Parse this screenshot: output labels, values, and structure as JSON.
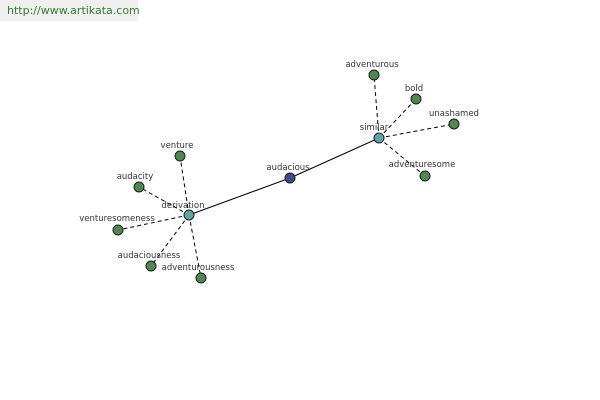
{
  "header": {
    "url": "http://www.artikata.com"
  },
  "colors": {
    "center_node": "#3a4e8c",
    "hub_node": "#5ea6a6",
    "leaf_node": "#4e8a4e",
    "url_text": "#2f7f2f",
    "banner_bg": "#f0f0f0"
  },
  "graph": {
    "center": {
      "id": "audacious",
      "label": "audacious"
    },
    "hubs": [
      {
        "id": "derivation",
        "label": "derivation"
      },
      {
        "id": "similar",
        "label": "similar"
      }
    ],
    "leaves": [
      {
        "id": "venture",
        "label": "venture",
        "hub": "derivation"
      },
      {
        "id": "audacity",
        "label": "audacity",
        "hub": "derivation"
      },
      {
        "id": "venturesomeness",
        "label": "venturesomeness",
        "hub": "derivation"
      },
      {
        "id": "audaciousness",
        "label": "audaciousness",
        "hub": "derivation"
      },
      {
        "id": "adventurousness",
        "label": "adventurousness",
        "hub": "derivation"
      },
      {
        "id": "adventurous",
        "label": "adventurous",
        "hub": "similar"
      },
      {
        "id": "bold",
        "label": "bold",
        "hub": "similar"
      },
      {
        "id": "unashamed",
        "label": "unashamed",
        "hub": "similar"
      },
      {
        "id": "adventuresome",
        "label": "adventuresome",
        "hub": "similar"
      }
    ]
  }
}
